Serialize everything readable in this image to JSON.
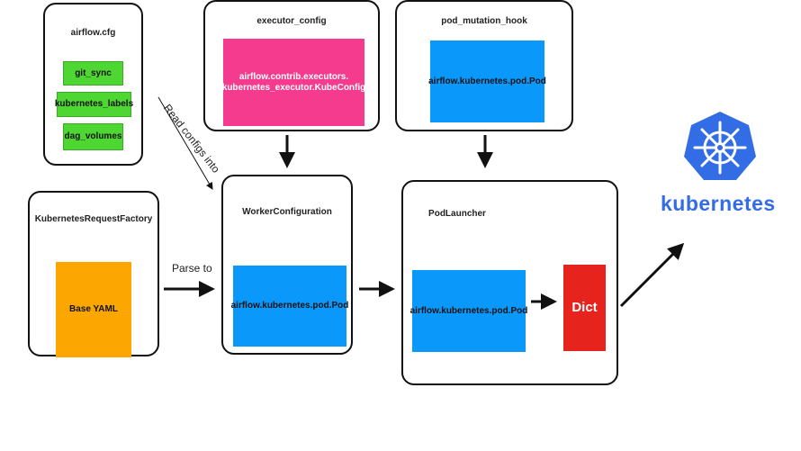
{
  "airflow_cfg": {
    "title": "airflow.cfg",
    "items": [
      "git_sync",
      "kubernetes_labels",
      "dag_volumes"
    ]
  },
  "executor_config": {
    "title": "executor_config",
    "content_line1": "airflow.contrib.executors.",
    "content_line2": "kubernetes_executor.KubeConfig"
  },
  "pod_mutation_hook": {
    "title": "pod_mutation_hook",
    "content": "airflow.kubernetes.pod.Pod"
  },
  "request_factory": {
    "title": "KubernetesRequestFactory",
    "content": "Base YAML"
  },
  "worker_configuration": {
    "title": "WorkerConfiguration",
    "content": "airflow.kubernetes.pod.Pod"
  },
  "pod_launcher": {
    "title": "PodLauncher",
    "content": "airflow.kubernetes.pod.Pod",
    "dict": "Dict"
  },
  "labels": {
    "read_configs": "Read configs into",
    "parse_to": "Parse to"
  },
  "kubernetes_logo": {
    "word": "kubernetes",
    "icon": "helm-wheel-icon",
    "color": "#326de6"
  },
  "colors": {
    "green": "#4ed633",
    "pink": "#f53b8e",
    "blue": "#0a98fb",
    "orange": "#fba601",
    "red": "#e6231c"
  }
}
